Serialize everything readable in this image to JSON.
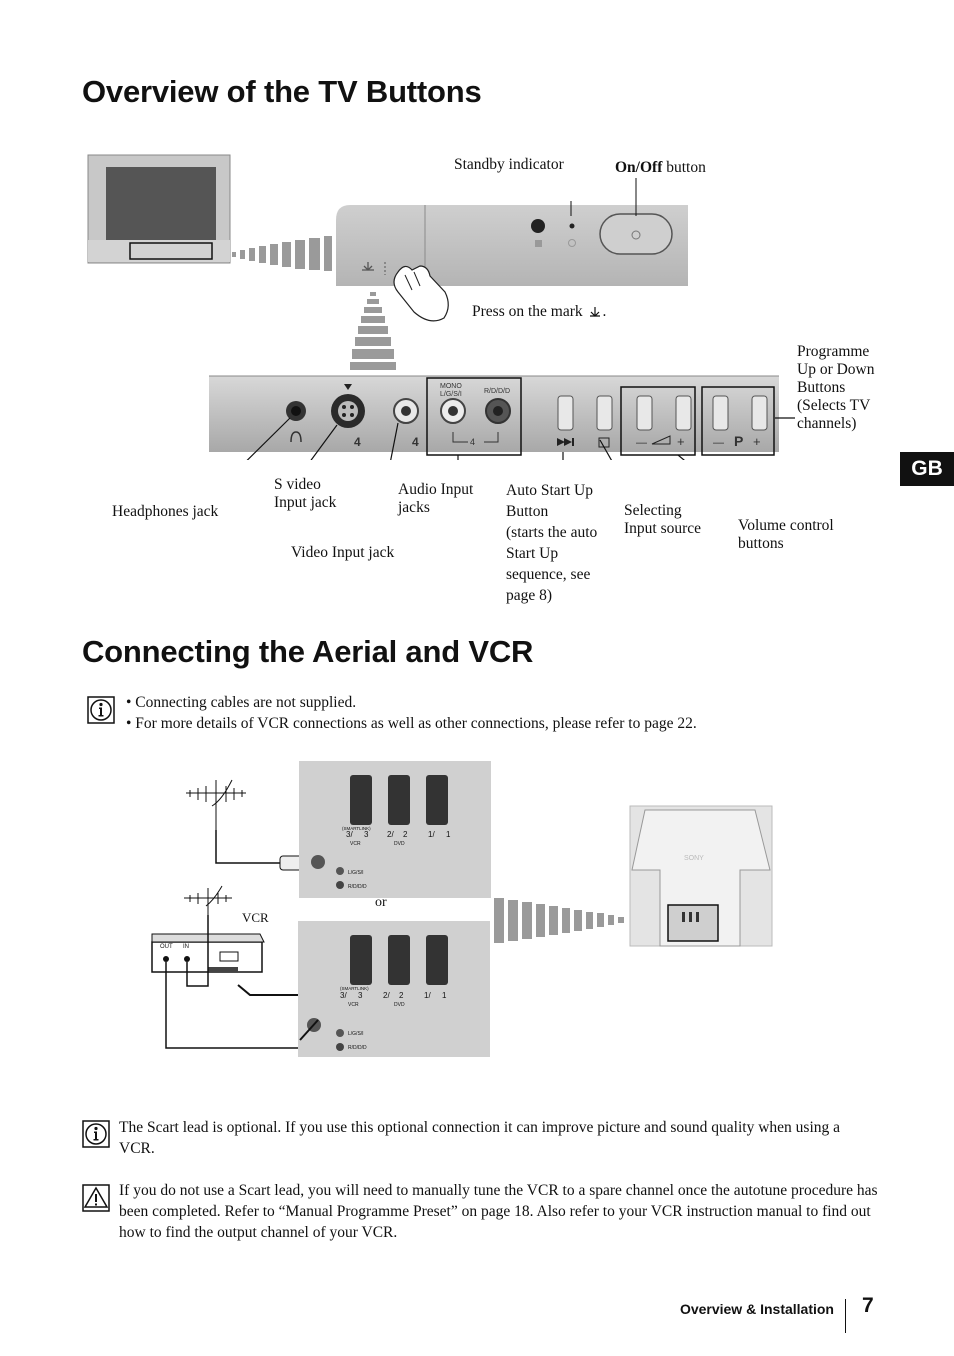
{
  "overview": {
    "title": "Overview of the TV Buttons",
    "labels": {
      "standby_indicator": "Standby indicator",
      "onoff_bold": "On/Off",
      "onoff_rest": " button",
      "press_mark": "Press on the mark",
      "press_mark_end": ".",
      "programme": [
        "Programme",
        "Up or Down",
        "Buttons",
        "(Selects TV",
        "channels)"
      ],
      "headphones": "Headphones jack",
      "svideo": [
        "S video",
        "Input jack"
      ],
      "video_input": "Video Input jack",
      "audio_input": [
        "Audio Input",
        "jacks"
      ],
      "auto_start": [
        "Auto Start Up",
        "Button",
        "(starts the auto",
        "Start Up",
        "sequence, see",
        "page 8)"
      ],
      "selecting": [
        "Selecting",
        "Input source"
      ],
      "volume": [
        "Volume control",
        "buttons"
      ]
    },
    "panel_text": {
      "mono": "MONO",
      "lgsi": "L/G/S/I",
      "rdd": "R/D/D/D",
      "s4": "4",
      "v4": "4",
      "a4": "4",
      "p": "P",
      "minus": "—",
      "plus": "+"
    }
  },
  "side_tab": "GB",
  "aerial": {
    "title": "Connecting the Aerial and VCR",
    "info_bullets": [
      "• Connecting cables are not supplied.",
      "• For more details of VCR connections as well as other connections, please refer to page 22."
    ],
    "vcr_label": "VCR",
    "or_label": "or",
    "vcr_out": "OUT",
    "vcr_in": "IN",
    "scart_labels": [
      "3/",
      "3",
      "2/",
      "2",
      "1/",
      "1"
    ],
    "smartlink": "(SMARTLINK)",
    "vcr_small": "VCR",
    "dvd_small": "DVD",
    "lgsi_small": "L/G/S/I",
    "rdd_small": "R/D/D/D",
    "brand": "SONY"
  },
  "notes": {
    "scart_info": "The Scart lead is optional. If you use this optional connection it can improve picture and sound quality when using a VCR.",
    "warning": "If you do not use a Scart lead, you will need to manually tune the VCR to a spare channel once the autotune procedure has been completed. Refer to “Manual Programme Preset” on page 18. Also refer to your VCR instruction manual to find out how to find the output channel of your VCR."
  },
  "footer": {
    "section": "Overview & Installation",
    "page": "7"
  },
  "icons": {
    "info": "info-icon",
    "warning": "warning-icon"
  }
}
